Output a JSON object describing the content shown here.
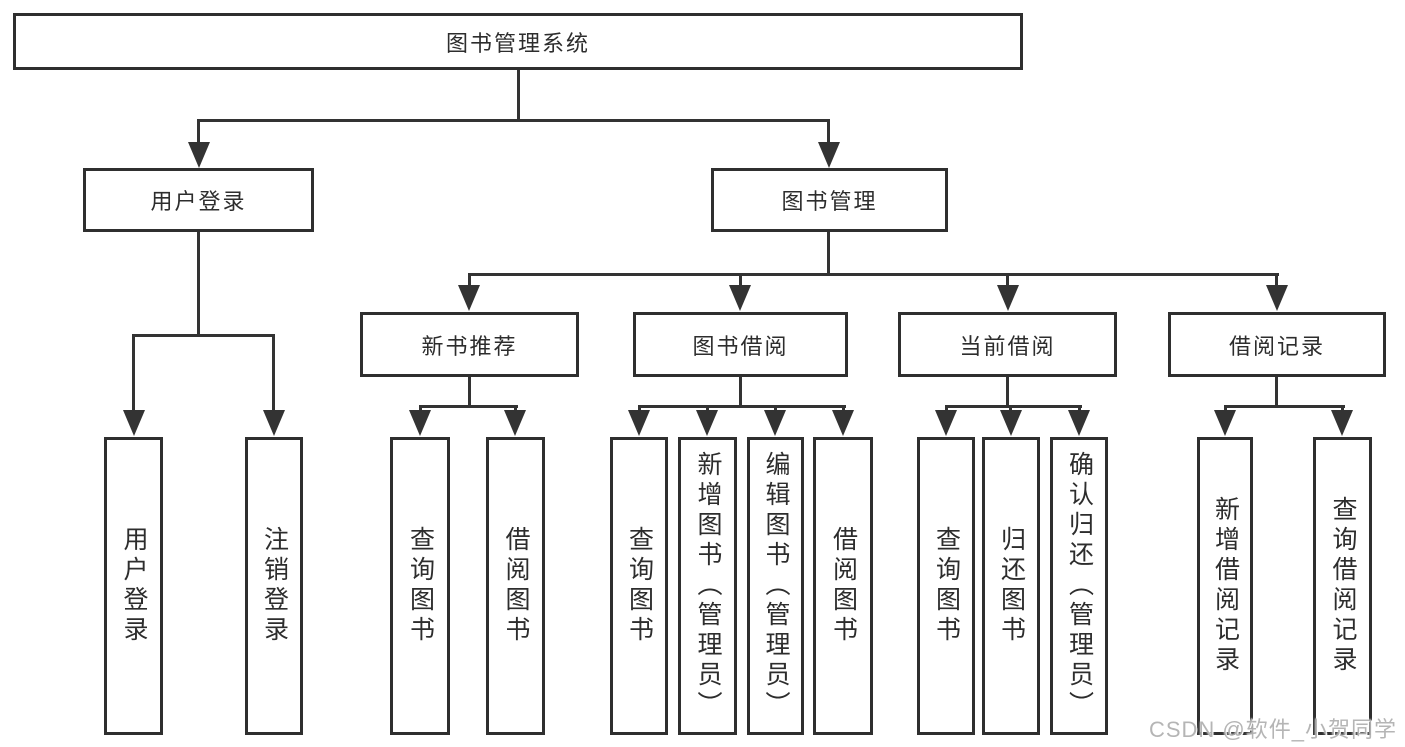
{
  "tree": {
    "root": {
      "label": "图书管理系统",
      "children": [
        {
          "label": "用户登录",
          "children": [
            {
              "label": "用户登录"
            },
            {
              "label": "注销登录"
            }
          ]
        },
        {
          "label": "图书管理",
          "children": [
            {
              "label": "新书推荐",
              "children": [
                {
                  "label": "查询图书"
                },
                {
                  "label": "借阅图书"
                }
              ]
            },
            {
              "label": "图书借阅",
              "children": [
                {
                  "label": "查询图书"
                },
                {
                  "label": "新增图书（管理员）"
                },
                {
                  "label": "编辑图书（管理员）"
                },
                {
                  "label": "借阅图书"
                }
              ]
            },
            {
              "label": "当前借阅",
              "children": [
                {
                  "label": "查询图书"
                },
                {
                  "label": "归还图书"
                },
                {
                  "label": "确认归还（管理员）"
                }
              ]
            },
            {
              "label": "借阅记录",
              "children": [
                {
                  "label": "新增借阅记录"
                },
                {
                  "label": "查询借阅记录"
                }
              ]
            }
          ]
        }
      ]
    }
  },
  "watermark": {
    "text": "CSDN @软件_小贺同学"
  },
  "colors": {
    "line": "#333333",
    "box_border": "#2f2f2f",
    "box_fill": "#ffffff",
    "background": "#ffffff",
    "watermark": "#a8a8a8"
  }
}
